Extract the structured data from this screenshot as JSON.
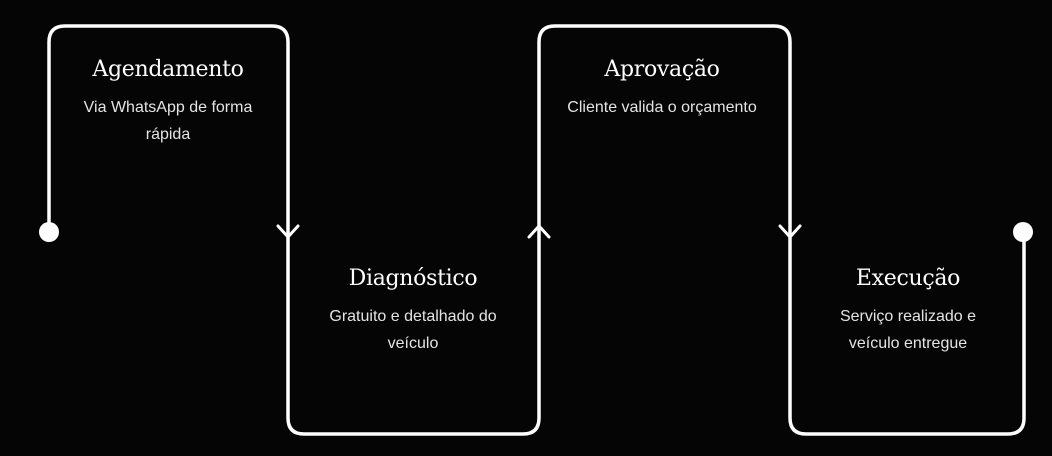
{
  "steps": [
    {
      "title": "Agendamento",
      "description": "Via WhatsApp de forma rápida"
    },
    {
      "title": "Diagnóstico",
      "description": "Gratuito e detalhado do veículo"
    },
    {
      "title": "Aprovação",
      "description": "Cliente valida o orçamento"
    },
    {
      "title": "Execução",
      "description": "Serviço realizado e veículo entregue"
    }
  ],
  "colors": {
    "background": "#050505",
    "line": "#ffffff",
    "text": "#ffffff"
  }
}
